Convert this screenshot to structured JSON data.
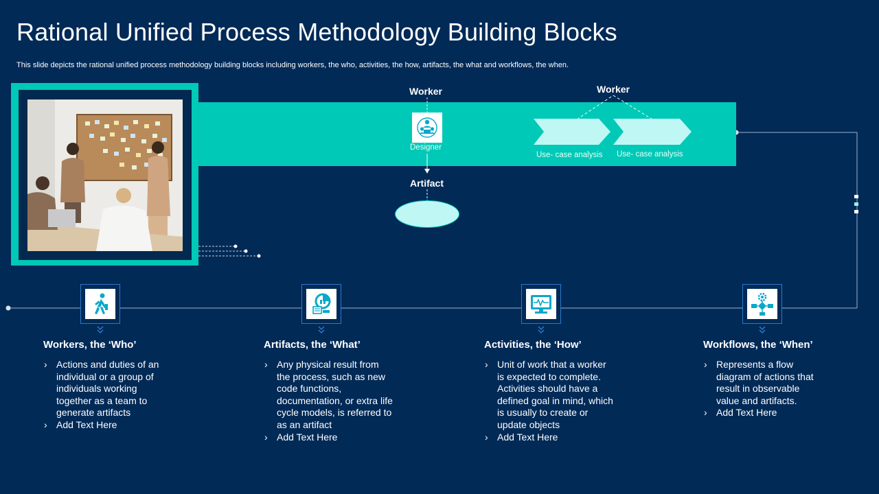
{
  "slide": {
    "title": "Rational Unified Process Methodology Building Blocks",
    "subtitle": "This slide depicts the rational unified process methodology building blocks including workers, the who, activities, the how, artifacts, the what and workflows, the when."
  },
  "diagram": {
    "worker_left_label": "Worker",
    "designer_label": "Designer",
    "artifact_label": "Artifact",
    "worker_right_label": "Worker",
    "use_case_1": "Use- case analysis",
    "use_case_2": "Use- case analysis"
  },
  "cards": [
    {
      "icon": "walking-person-icon",
      "title": "Workers, the ‘Who’",
      "bullets": [
        "Actions and duties of an individual or a group of individuals working together as a team to generate artifacts",
        "Add Text Here"
      ]
    },
    {
      "icon": "artifact-chart-icon",
      "title": "Artifacts, the ‘What’",
      "bullets": [
        "Any physical result from the process, such as new code functions, documentation, or extra life cycle models, is referred to as an artifact",
        "Add Text Here"
      ]
    },
    {
      "icon": "monitor-pulse-icon",
      "title": "Activities, the ‘How’",
      "bullets": [
        "Unit of work that a worker is expected to complete. Activities should have a defined goal in mind, which is usually to create or update objects",
        "Add Text Here"
      ]
    },
    {
      "icon": "workflow-gear-icon",
      "title": "Workflows, the ‘When’",
      "bullets": [
        "Represents a flow diagram of actions that result in observable value and artifacts.",
        "Add Text Here"
      ]
    }
  ],
  "colors": {
    "background": "#022a57",
    "accent": "#00c9b7",
    "icon": "#0aa8c9",
    "box_border": "#2d78c9"
  }
}
